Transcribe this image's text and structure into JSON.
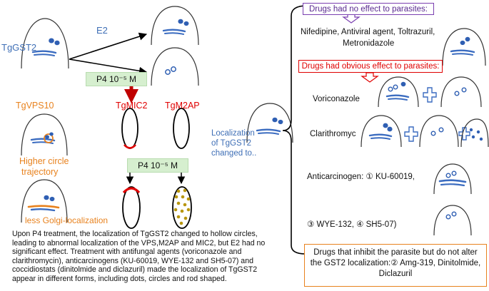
{
  "left": {
    "tggst2": "TgGST2",
    "e2": "E2",
    "p4_top": "P4 10⁻⁵ M",
    "tgvps10": "TgVPS10",
    "tgmic2": "TgMIC2",
    "tgm2ap": "TgM2AP",
    "higher_circle": [
      "Higher circle",
      "trajectory"
    ],
    "p4_mid": "P4 10⁻⁵ M",
    "less_golgi": "less Golgi-localization"
  },
  "center": {
    "localization": [
      "Localization",
      "of TgGST2",
      "changed to.."
    ]
  },
  "right": {
    "no_effect_box": "Drugs had no effect to parasites:",
    "no_effect_drugs": [
      "Nifedipine, Antiviral agent, Toltrazuril,",
      "Metronidazole"
    ],
    "obvious_box": "Drugs had obvious effect to parasites:",
    "voriconazole": "Voriconazole",
    "clarithromyc": "Clarithromyc",
    "anticarcinogen": "Anticarcinogen: ① KU-60019,",
    "wye": "③ WYE-132, ④ SH5-07)",
    "inhibit_box": [
      "Drugs that inhibit the parasite but do not alter",
      "the GST2 localization:② Amg-319, Dinitolmide,",
      "Diclazuril"
    ]
  },
  "caption": "Upon P4 treatment, the localization of TgGST2 changed to hollow circles, leading to abnormal localization of the VPS,M2AP and MIC2, but E2 had no significant effect. Treatment with antifungal agents (voriconazole and clarithromycin), anticarcinogens (KU-60019, WYE-132 and SH5-07) and coccidiostats (dinitolmide and diclazuril) made the localization of TgGST2 appear in different forms, including dots, circles and rod shaped.",
  "colors": {
    "dot_blue": "#2f5fb3",
    "golgi_blue": "#3b6cc0",
    "orange": "#e8821e",
    "red": "#e00000",
    "purple": "#7a3fb0",
    "olive_dot": "#b8960f",
    "green_box": "#d6efcf"
  }
}
